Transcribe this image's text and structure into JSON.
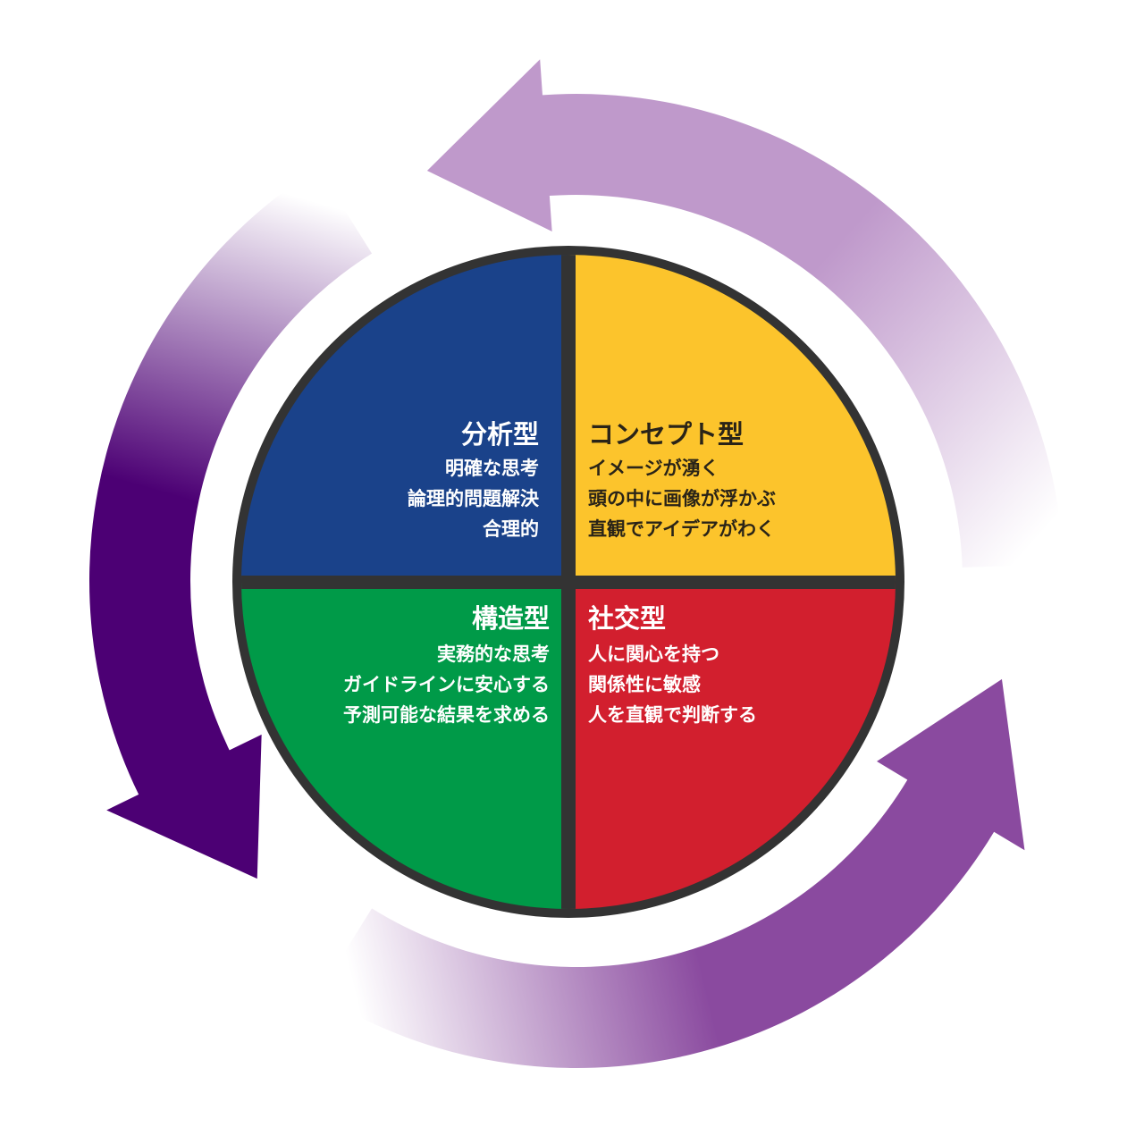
{
  "colors": {
    "analytical": "#1a428a",
    "conceptual": "#fcc42c",
    "structural": "#009a48",
    "social": "#d21f2e",
    "border": "#333333",
    "arrow_top": "#bf99cb",
    "arrow_left": "#4c0074",
    "arrow_bottom": "#8a4a9f"
  },
  "quadrants": [
    {
      "title": "分析型",
      "lines": [
        "明確な思考",
        "論理的問題解決",
        "合理的"
      ]
    },
    {
      "title": "コンセプト型",
      "lines": [
        "イメージが湧く",
        "頭の中に画像が浮かぶ",
        "直観でアイデアがわく"
      ]
    },
    {
      "title": "構造型",
      "lines": [
        "実務的な思考",
        "ガイドラインに安心する",
        "予測可能な結果を求める"
      ]
    },
    {
      "title": "社交型",
      "lines": [
        "人に関心を持つ",
        "関係性に敏感",
        "人を直観で判断する"
      ]
    }
  ]
}
